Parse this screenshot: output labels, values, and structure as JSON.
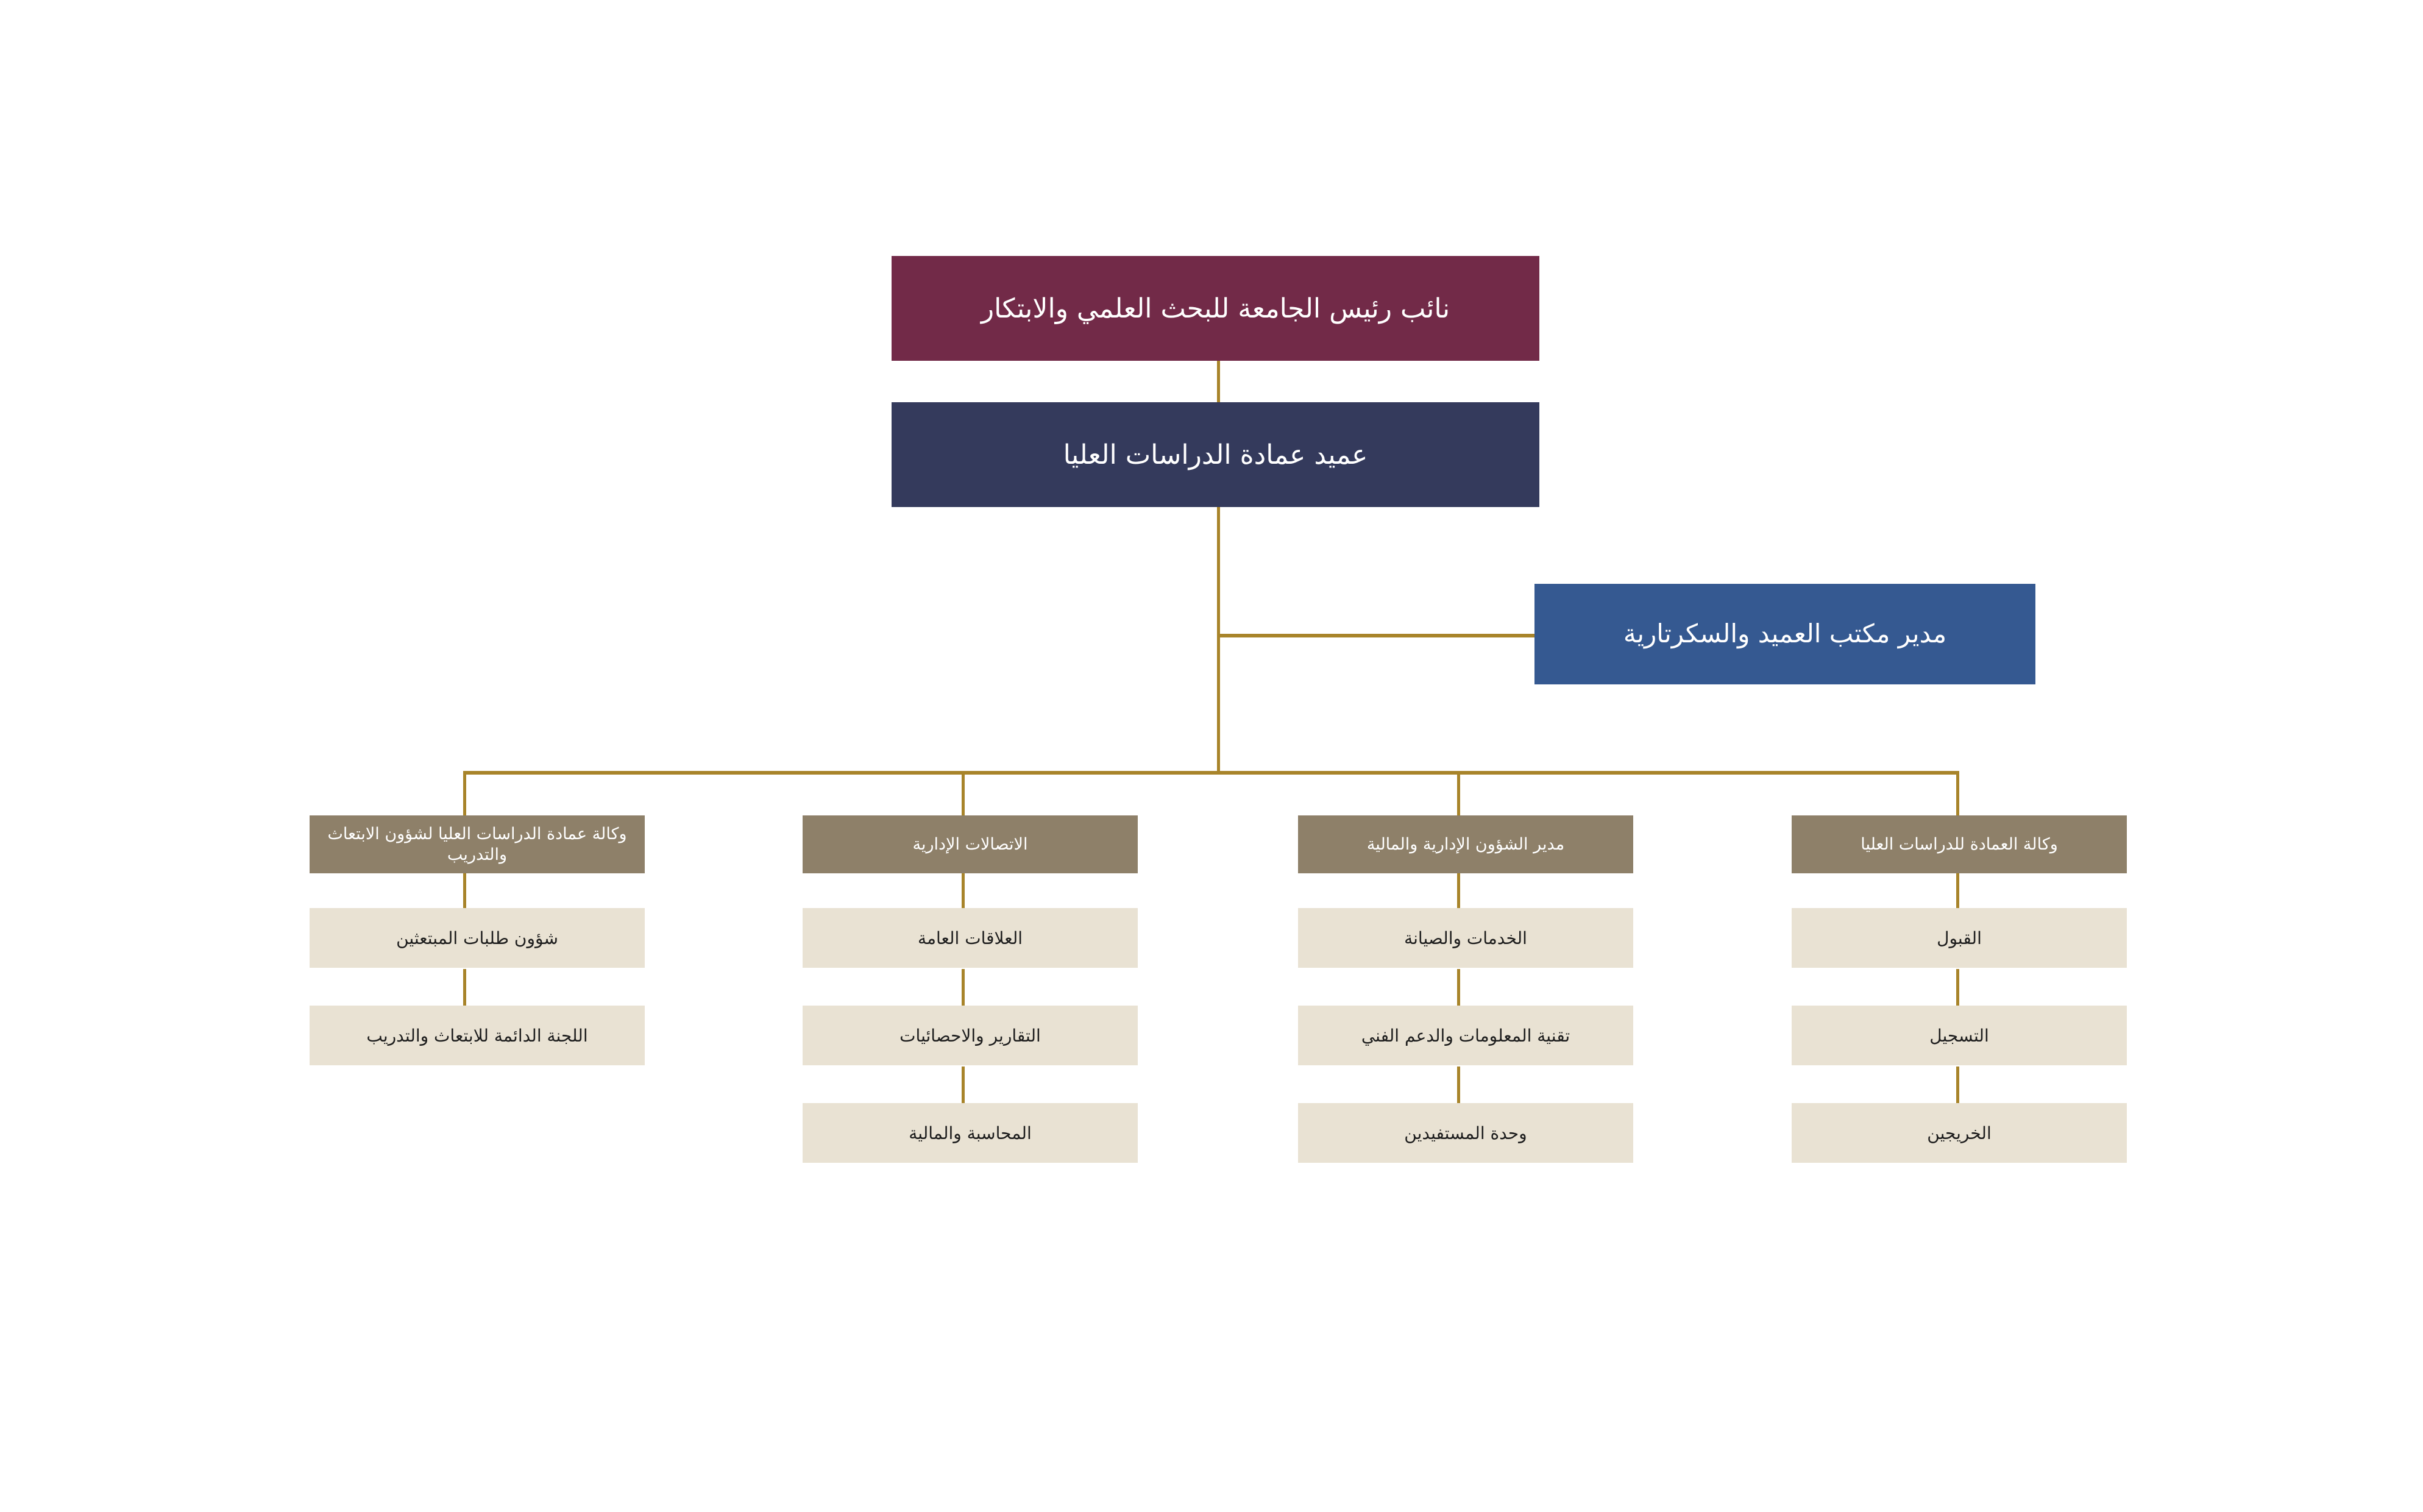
{
  "chart_data": {
    "type": "diagram",
    "title": "",
    "diagram_kind": "organizational-chart",
    "language": "ar",
    "direction": "rtl",
    "colors": {
      "top_level": "#722A48",
      "dean_level": "#343A5C",
      "office_level": "#355991",
      "department_level": "#8E8069",
      "unit_level": "#E9E2D3",
      "connector": "#A8842A",
      "background": "#FFFFFF",
      "light_text": "#FFFFFF",
      "dark_text": "#1D1D1D"
    },
    "nodes": [
      {
        "id": "vp",
        "label": "نائب رئيس الجامعة للبحث العلمي والابتكار",
        "level": 0,
        "parent": null
      },
      {
        "id": "dean",
        "label": "عميد عمادة الدراسات العليا",
        "level": 1,
        "parent": "vp"
      },
      {
        "id": "office",
        "label": "مدير مكتب العميد والسكرتارية",
        "level": 2,
        "parent": "dean",
        "branch": "staff"
      },
      {
        "id": "col1",
        "label": "وكالة عمادة الدراسات العليا لشؤون الابتعاث والتدريب",
        "level": 3,
        "parent": "dean"
      },
      {
        "id": "col2",
        "label": "الاتصالات الإدارية",
        "level": 3,
        "parent": "dean"
      },
      {
        "id": "col3",
        "label": "مدير الشؤون الإدارية والمالية",
        "level": 3,
        "parent": "dean"
      },
      {
        "id": "col4",
        "label": "وكالة العمادة للدراسات العليا",
        "level": 3,
        "parent": "dean"
      },
      {
        "id": "c1u1",
        "label": "شؤون طلبات المبتعثين",
        "level": 4,
        "parent": "col1"
      },
      {
        "id": "c1u2",
        "label": "اللجنة الدائمة للابتعاث والتدريب",
        "level": 4,
        "parent": "col1"
      },
      {
        "id": "c2u1",
        "label": "العلاقات العامة",
        "level": 4,
        "parent": "col2"
      },
      {
        "id": "c2u2",
        "label": "التقارير والاحصائيات",
        "level": 4,
        "parent": "col2"
      },
      {
        "id": "c2u3",
        "label": "المحاسبة والمالية",
        "level": 4,
        "parent": "col2"
      },
      {
        "id": "c3u1",
        "label": "الخدمات والصيانة",
        "level": 4,
        "parent": "col3"
      },
      {
        "id": "c3u2",
        "label": "تقنية المعلومات والدعم الفني",
        "level": 4,
        "parent": "col3"
      },
      {
        "id": "c3u3",
        "label": "وحدة المستفيدين",
        "level": 4,
        "parent": "col3"
      },
      {
        "id": "c4u1",
        "label": "القبول",
        "level": 4,
        "parent": "col4"
      },
      {
        "id": "c4u2",
        "label": "التسجيل",
        "level": 4,
        "parent": "col4"
      },
      {
        "id": "c4u3",
        "label": "الخريجين",
        "level": 4,
        "parent": "col4"
      }
    ]
  },
  "org": {
    "top": {
      "label": "نائب رئيس الجامعة للبحث العلمي والابتكار"
    },
    "dean": {
      "label": "عميد عمادة الدراسات العليا"
    },
    "office": {
      "label": "مدير مكتب العميد والسكرتارية"
    },
    "columns": [
      {
        "header": "وكالة عمادة الدراسات العليا لشؤون الابتعاث والتدريب",
        "units": [
          "شؤون طلبات المبتعثين",
          "اللجنة الدائمة للابتعاث والتدريب"
        ]
      },
      {
        "header": "الاتصالات الإدارية",
        "units": [
          "العلاقات العامة",
          "التقارير والاحصائيات",
          "المحاسبة والمالية"
        ]
      },
      {
        "header": "مدير الشؤون الإدارية والمالية",
        "units": [
          "الخدمات والصيانة",
          "تقنية المعلومات والدعم الفني",
          "وحدة المستفيدين"
        ]
      },
      {
        "header": "وكالة العمادة للدراسات العليا",
        "units": [
          "القبول",
          "التسجيل",
          "الخريجين"
        ]
      }
    ]
  }
}
